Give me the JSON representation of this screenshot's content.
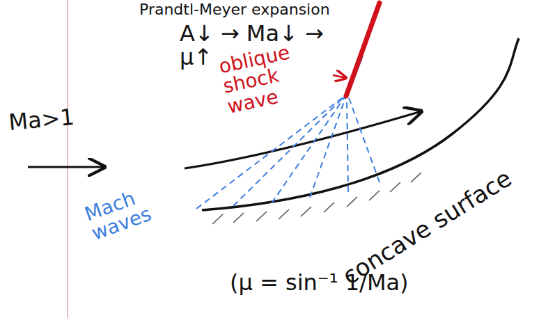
{
  "diagram": {
    "labels": [
      "Prandtl-Meyer expansion",
      "A↓ → Ma↓ → μ↑",
      "oblique shock wave",
      "Ma>1",
      "Mach waves",
      "concave surface",
      "(μ = sin⁻¹ 1/Ma)"
    ]
  }
}
